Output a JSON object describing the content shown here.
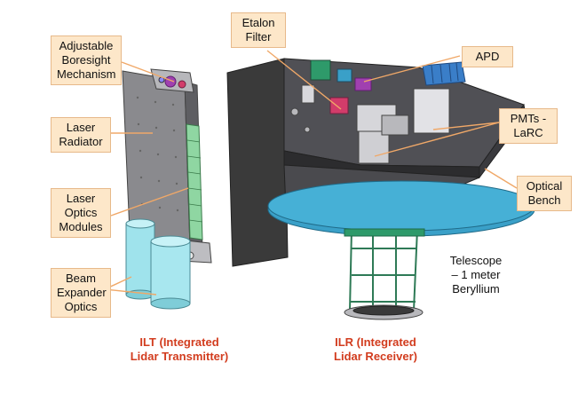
{
  "labels": {
    "boresight": [
      "Adjustable",
      "Boresight",
      "Mechanism"
    ],
    "radiator": [
      "Laser",
      "Radiator"
    ],
    "optics_modules": [
      "Laser",
      "Optics",
      "Modules"
    ],
    "beam_expander": [
      "Beam",
      "Expander",
      "Optics"
    ],
    "etalon": [
      "Etalon",
      "Filter"
    ],
    "apd": [
      "APD"
    ],
    "pmts": [
      "PMTs -",
      "LaRC"
    ],
    "optical_bench": [
      "Optical",
      "Bench"
    ],
    "telescope": [
      "Telescope",
      "– 1 meter",
      "Beryllium"
    ],
    "ilt": [
      "ILT (Integrated",
      "Lidar Transmitter)"
    ],
    "ilr": [
      "ILR (Integrated",
      "Lidar Receiver)"
    ]
  },
  "colors": {
    "callout_fill": "#fde7c9",
    "leader_line": "#f0a868",
    "title_red": "#d23c1e",
    "telescope_blue": "#3aa0c8",
    "bench_dark": "#3c3c3c",
    "structure_green": "#2e9a6a"
  }
}
